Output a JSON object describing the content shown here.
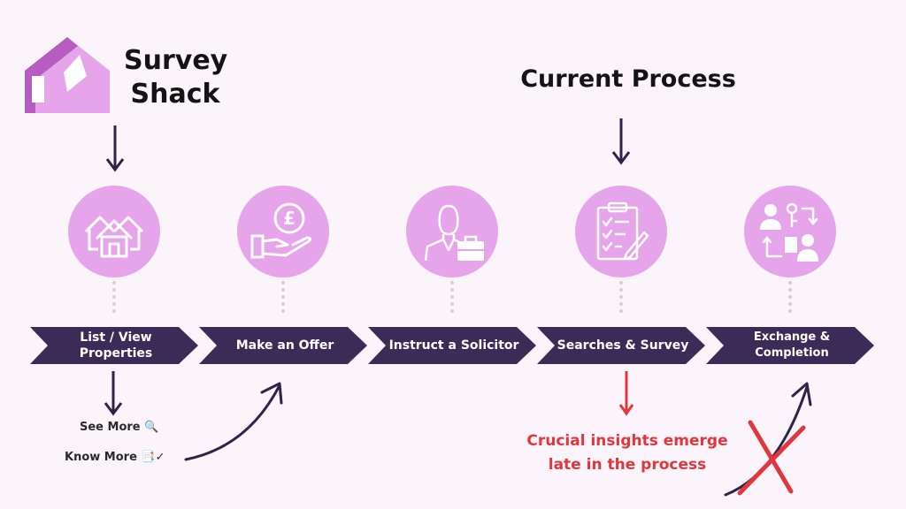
{
  "brand": {
    "name_line1": "Survey",
    "name_line2": "Shack"
  },
  "heading": "Current Process",
  "steps": [
    {
      "line1": "List / View",
      "line2": "Properties",
      "icon": "houses-icon"
    },
    {
      "line1": "Make an Offer",
      "line2": "",
      "icon": "hand-pound-coin-icon"
    },
    {
      "line1": "Instruct a Solicitor",
      "line2": "",
      "icon": "solicitor-briefcase-icon"
    },
    {
      "line1": "Searches & Survey",
      "line2": "",
      "icon": "clipboard-checklist-icon"
    },
    {
      "line1": "Exchange &",
      "line2": "Completion",
      "icon": "exchange-people-keys-icon"
    }
  ],
  "links": {
    "see_more": "See More 🔍",
    "know_more": "Know More 📑✓"
  },
  "note": {
    "line1": "Crucial insights emerge",
    "line2": "late in the process"
  },
  "colors": {
    "background": "#fbf4fb",
    "circle": "#e6a4ea",
    "chevron": "#3d2b57",
    "arrow": "#2f2448",
    "warning": "#e0373c"
  }
}
